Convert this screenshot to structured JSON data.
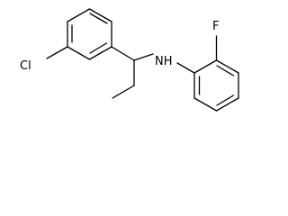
{
  "molecule": {
    "atoms": {
      "cl": "Cl",
      "nh": "NH",
      "f": "F"
    }
  }
}
